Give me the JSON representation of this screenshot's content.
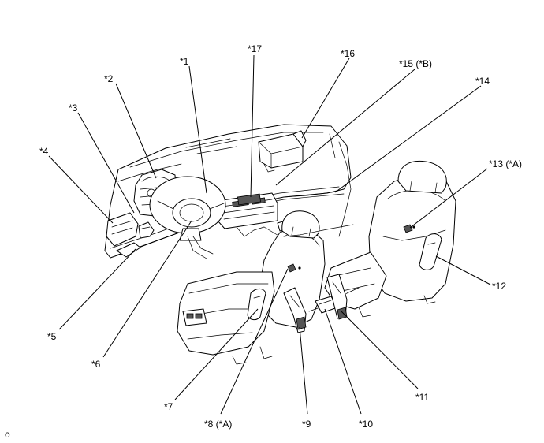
{
  "callouts": [
    {
      "id": "1",
      "label": "*1"
    },
    {
      "id": "2",
      "label": "*2"
    },
    {
      "id": "3",
      "label": "*3"
    },
    {
      "id": "4",
      "label": "*4"
    },
    {
      "id": "5",
      "label": "*5"
    },
    {
      "id": "6",
      "label": "*6"
    },
    {
      "id": "7",
      "label": "*7"
    },
    {
      "id": "8",
      "label": "*8 (*A)"
    },
    {
      "id": "9",
      "label": "*9"
    },
    {
      "id": "10",
      "label": "*10"
    },
    {
      "id": "11",
      "label": "*11"
    },
    {
      "id": "12",
      "label": "*12"
    },
    {
      "id": "13",
      "label": "*13 (*A)"
    },
    {
      "id": "14",
      "label": "*14"
    },
    {
      "id": "15",
      "label": "*15 (*B)"
    },
    {
      "id": "16",
      "label": "*16"
    },
    {
      "id": "17",
      "label": "*17"
    }
  ],
  "corner_mark": "o"
}
